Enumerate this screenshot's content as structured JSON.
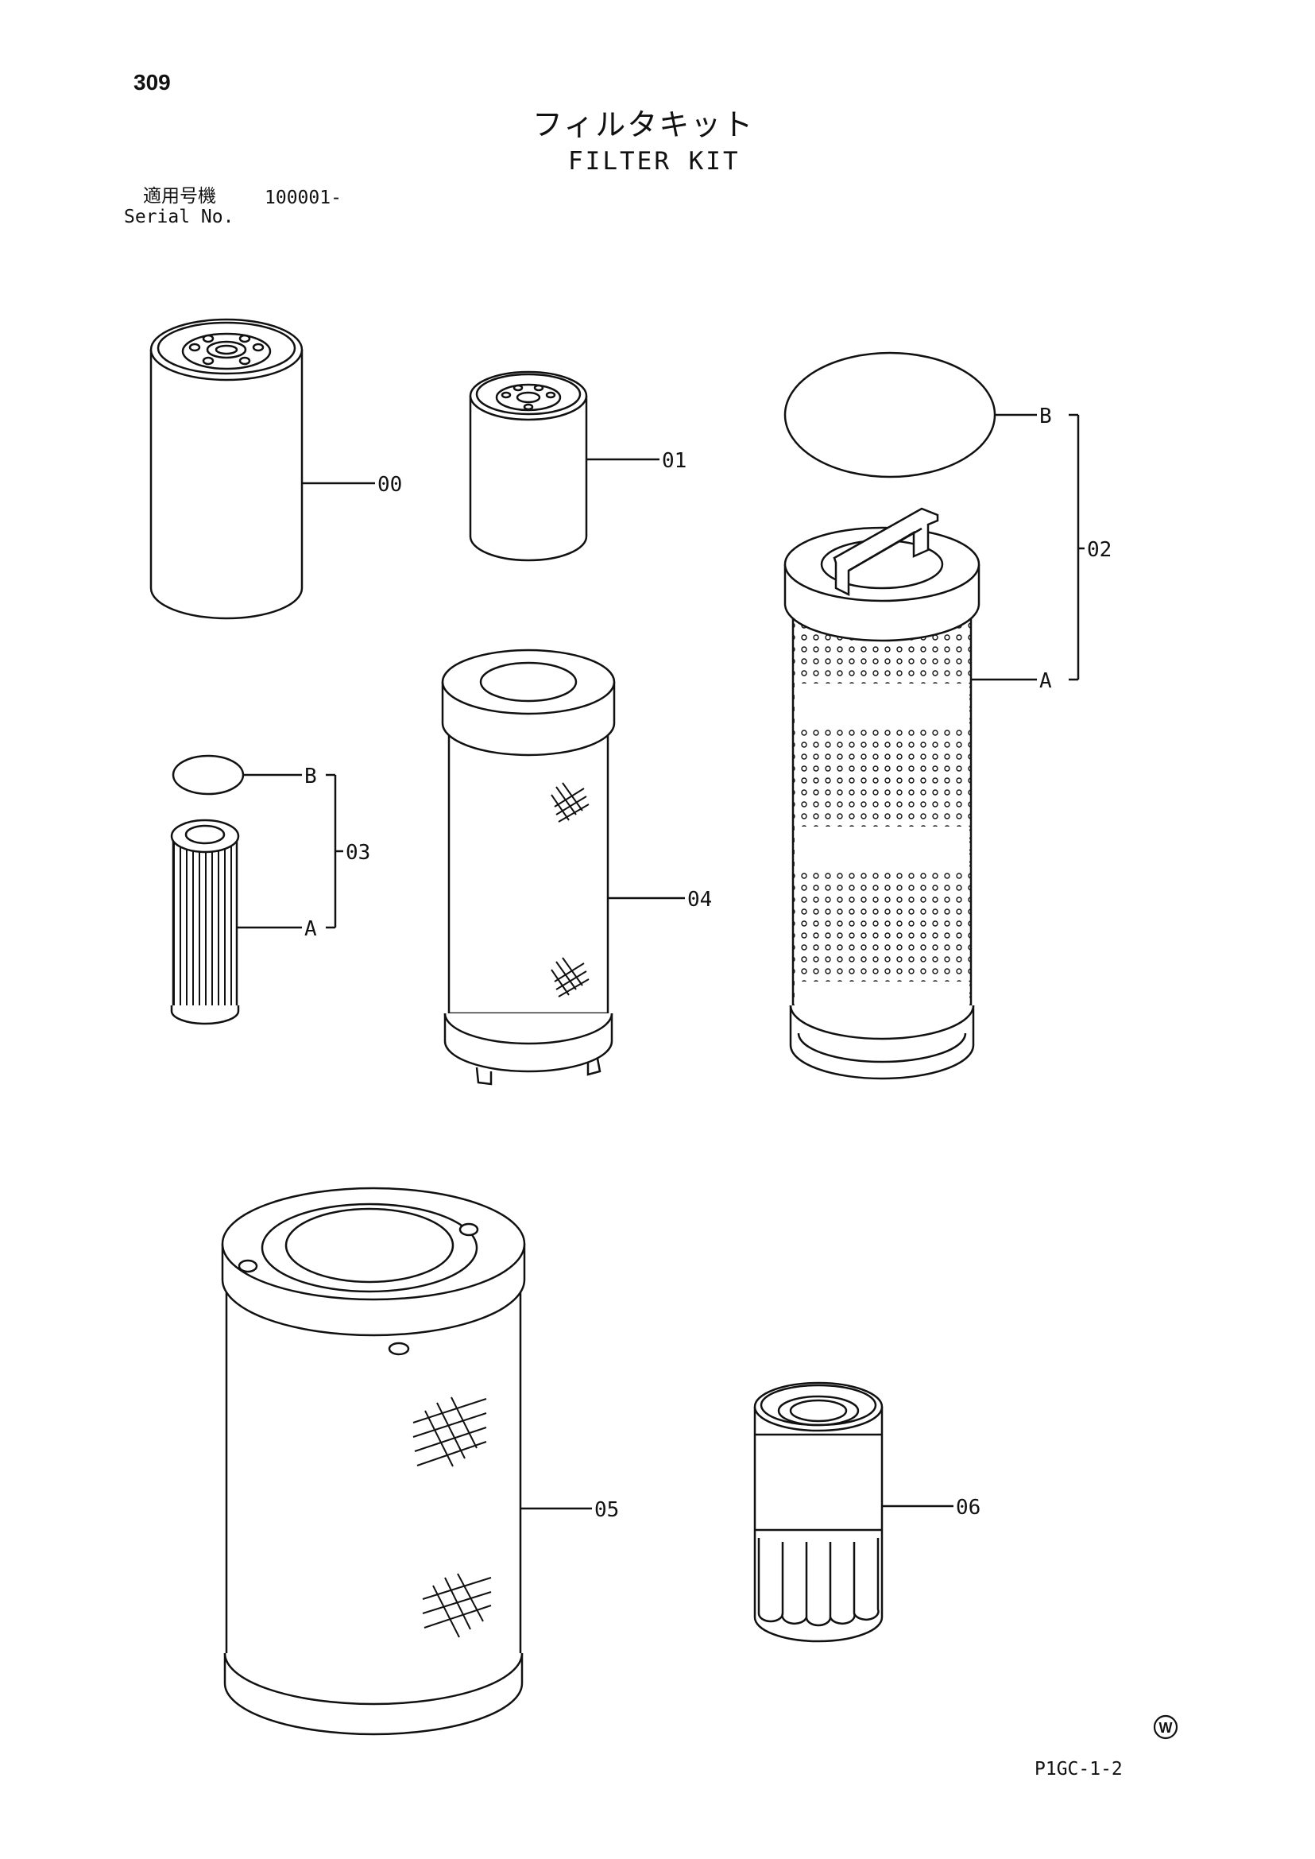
{
  "page_number": "309",
  "title_jp": "フィルタキット",
  "title_en": "FILTER KIT",
  "serial_label_jp": "適用号機",
  "serial_label_en": "Serial No.",
  "serial_value": "100001-",
  "callouts": {
    "p00": "00",
    "p01": "01",
    "p02": "02",
    "p02_a": "A",
    "p02_b": "B",
    "p03": "03",
    "p03_a": "A",
    "p03_b": "B",
    "p04": "04",
    "p05": "05",
    "p06": "06"
  },
  "sheet_code": "P1GC-1-2",
  "mark_symbol": "W"
}
